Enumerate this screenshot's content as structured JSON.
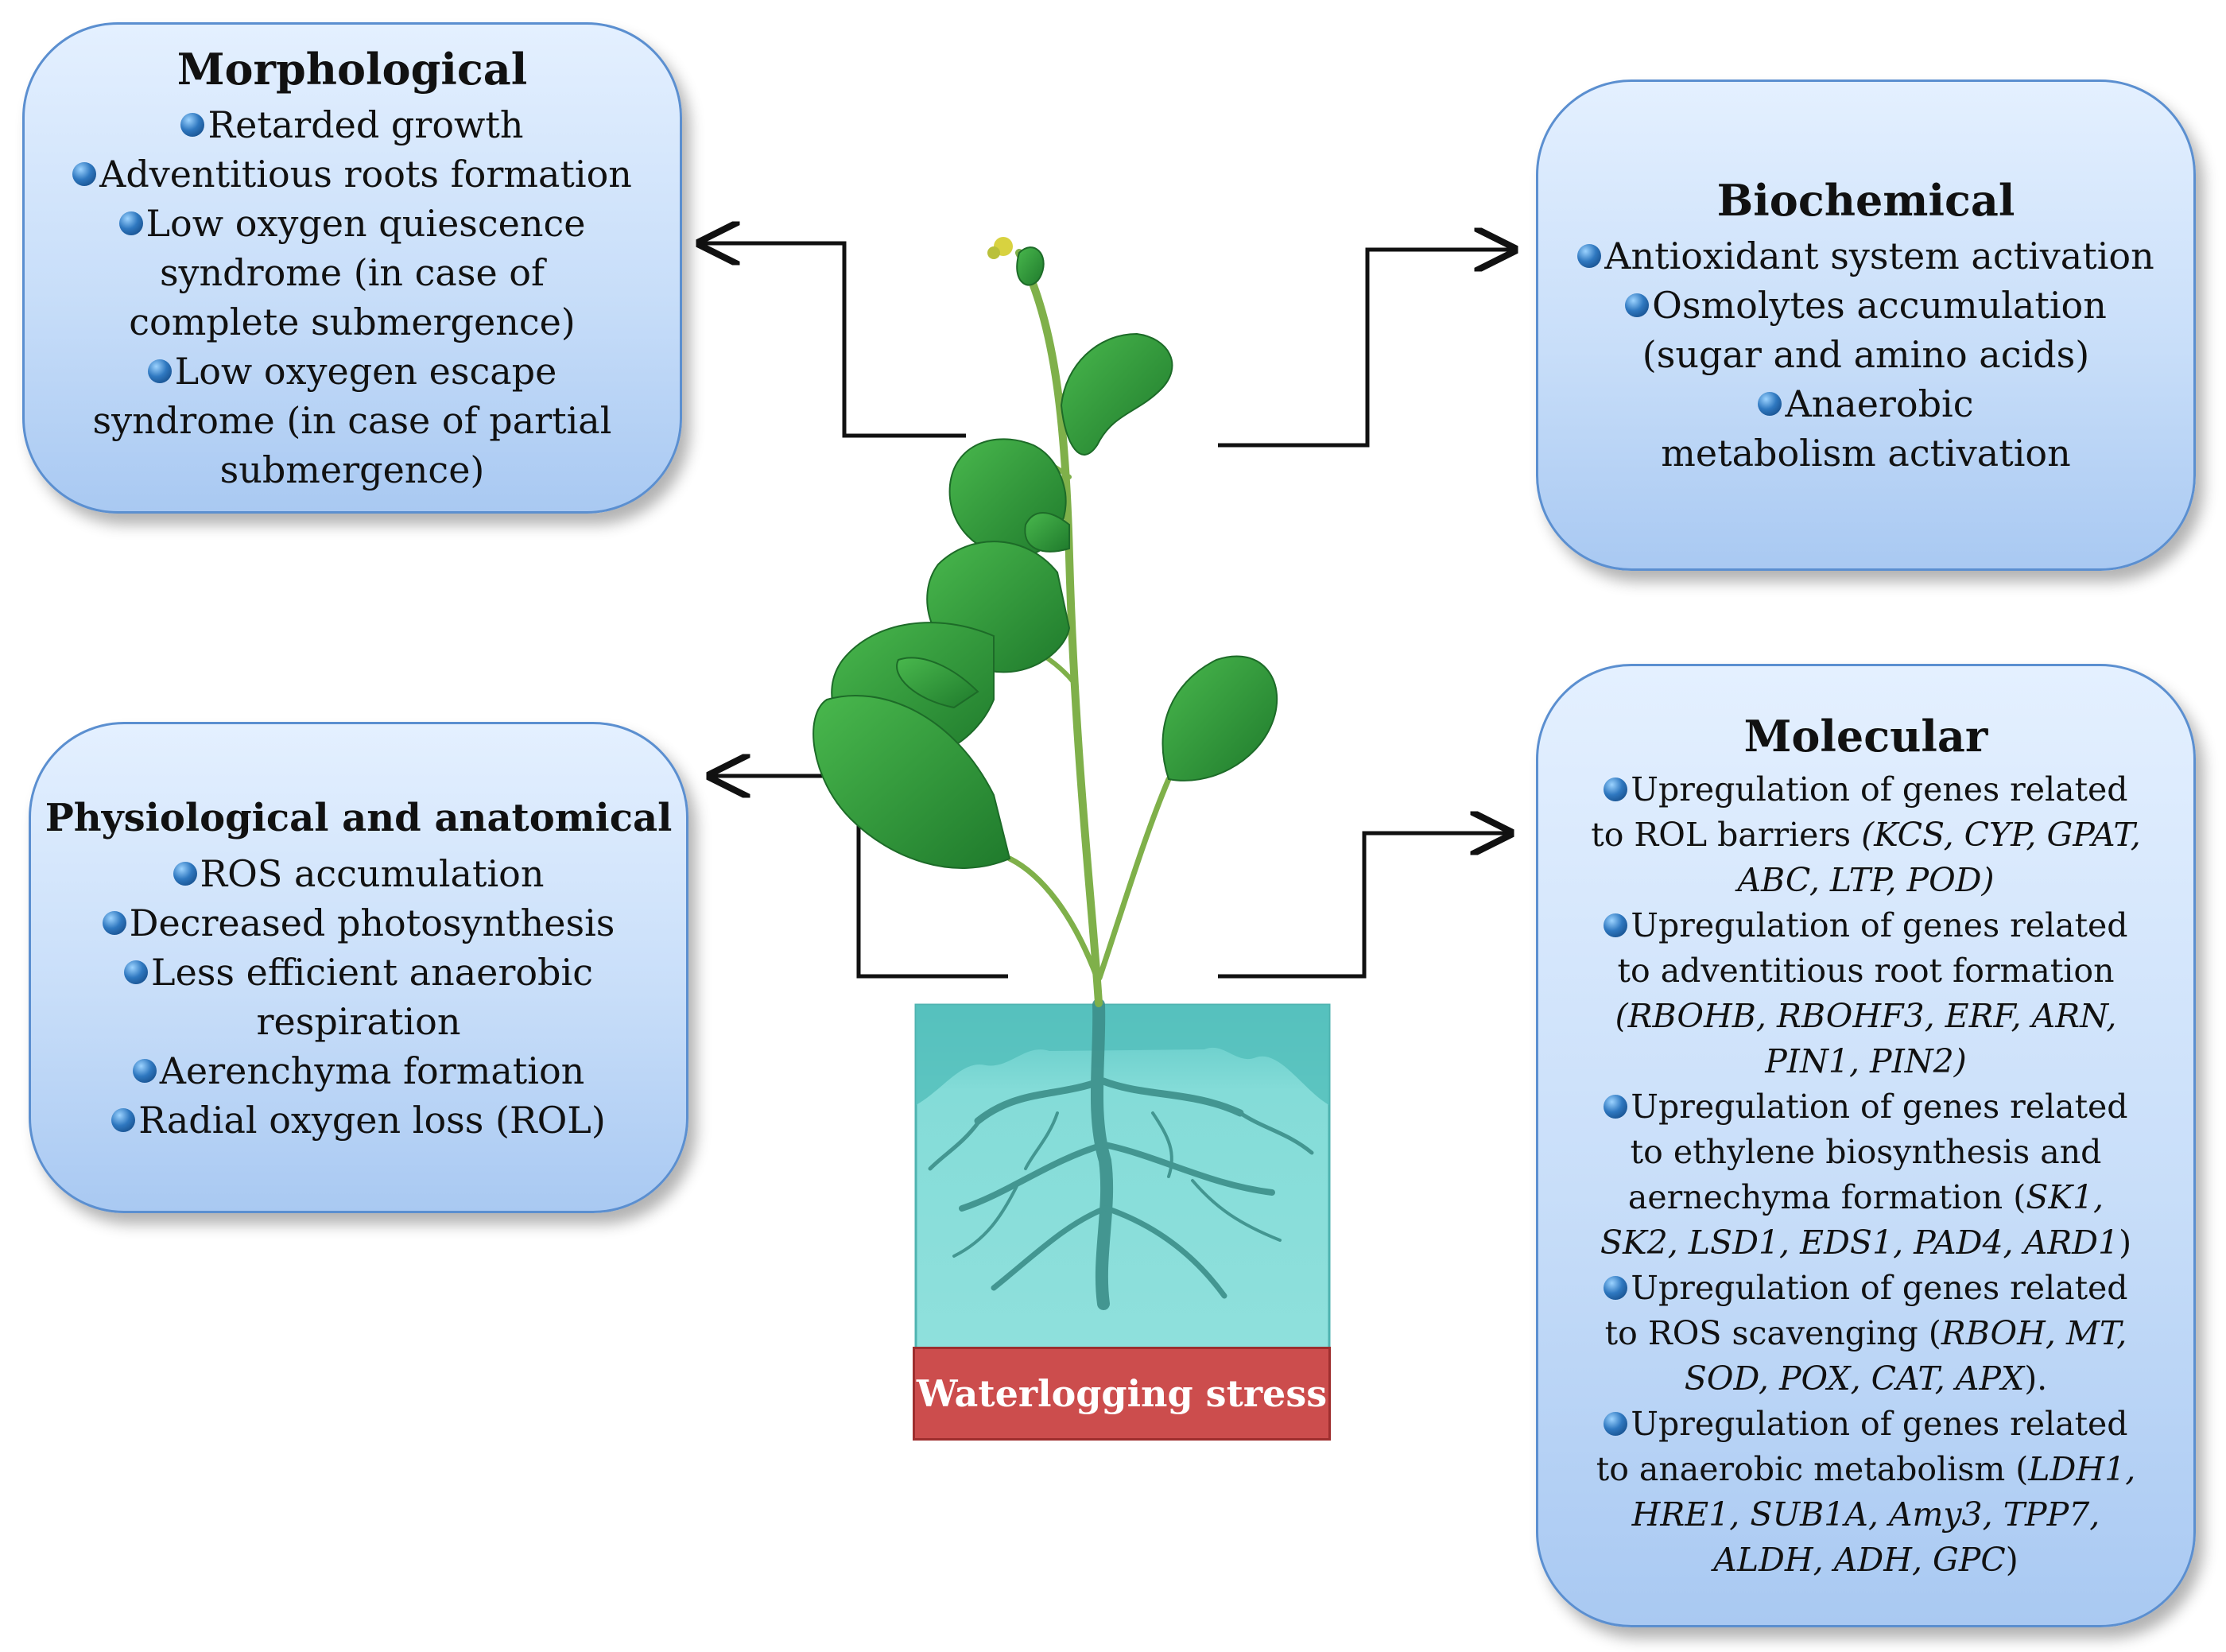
{
  "boxes": {
    "morphological": {
      "title": "Morphological",
      "items": [
        "Retarded growth",
        "Adventitious roots formation",
        "Low oxygen quiescence syndrome (in case of complete submergence)",
        "Low oxyegen escape syndrome (in case of partial submergence)"
      ]
    },
    "biochemical": {
      "title": "Biochemical",
      "items": [
        "Antioxidant system activation",
        "Osmolytes accumulation (sugar and amino acids)",
        "Anaerobic metabolism activation"
      ]
    },
    "physiological": {
      "title": "Physiological and anatomical",
      "items": [
        "ROS accumulation",
        "Decreased photosynthesis",
        "Less efficient anaerobic respiration",
        "Aerenchyma formation",
        "Radial oxygen loss (ROL)"
      ]
    },
    "molecular": {
      "title": "Molecular",
      "items": [
        {
          "text": "Upregulation of genes related to ROL barriers ",
          "genes": "(KCS, CYP, GPAT, ABC, LTP, POD)",
          "tail": ""
        },
        {
          "text": "Upregulation of genes related to adventitious root formation ",
          "genes": "(RBOHB, RBOHF3, ERF, ARN, PIN1, PIN2)",
          "tail": ""
        },
        {
          "text": "Upregulation of genes related to ethylene biosynthesis and aernechyma formation (",
          "genes": "SK1, SK2, LSD1, EDS1, PAD4, ARD1",
          "tail": ")"
        },
        {
          "text": "Upregulation of genes related to ROS scavenging (",
          "genes": "RBOH, MT, SOD, POX, CAT, APX",
          "tail": ")."
        },
        {
          "text": "Upregulation of genes related to anaerobic metabolism (",
          "genes": "LDH1, HRE1, SUB1A, Amy3, TPP7, ALDH, ADH, GPC",
          "tail": ")"
        }
      ]
    }
  },
  "center": {
    "stress_label": "Waterlogging stress"
  },
  "colors": {
    "box_border": "#5b8fd0",
    "box_fill_top": "#e4f0ff",
    "box_fill_bottom": "#a9c9f2",
    "bullet": "#2f78c0",
    "water": "#7fd9d6",
    "roots": "#3c8f8a",
    "leaf": "#2f9a3a",
    "stress_label_bg": "#cc4d4d"
  }
}
